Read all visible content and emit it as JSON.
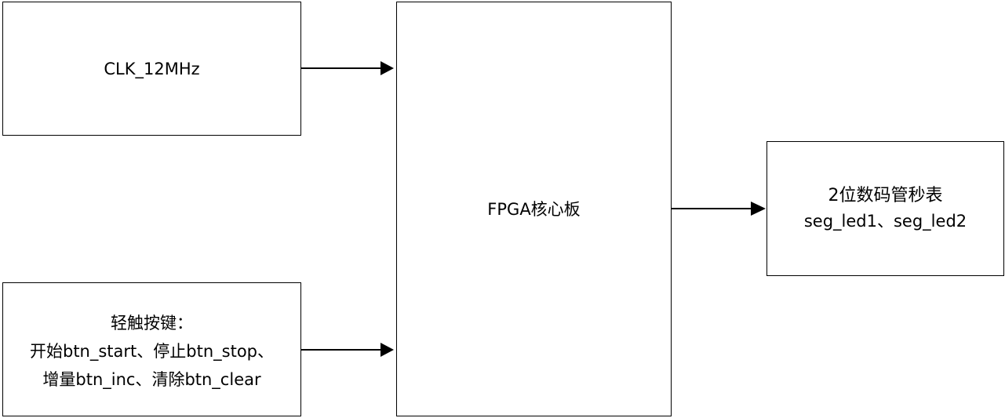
{
  "clock": {
    "label": "CLK_12MHz"
  },
  "buttons": {
    "line1": "轻触按键：",
    "line2": "开始btn_start、停止btn_stop、",
    "line3": "增量btn_inc、清除btn_clear"
  },
  "fpga": {
    "label": "FPGA核心板"
  },
  "display": {
    "title": "2位数码管秒表",
    "signals": "seg_led1、seg_led2"
  }
}
